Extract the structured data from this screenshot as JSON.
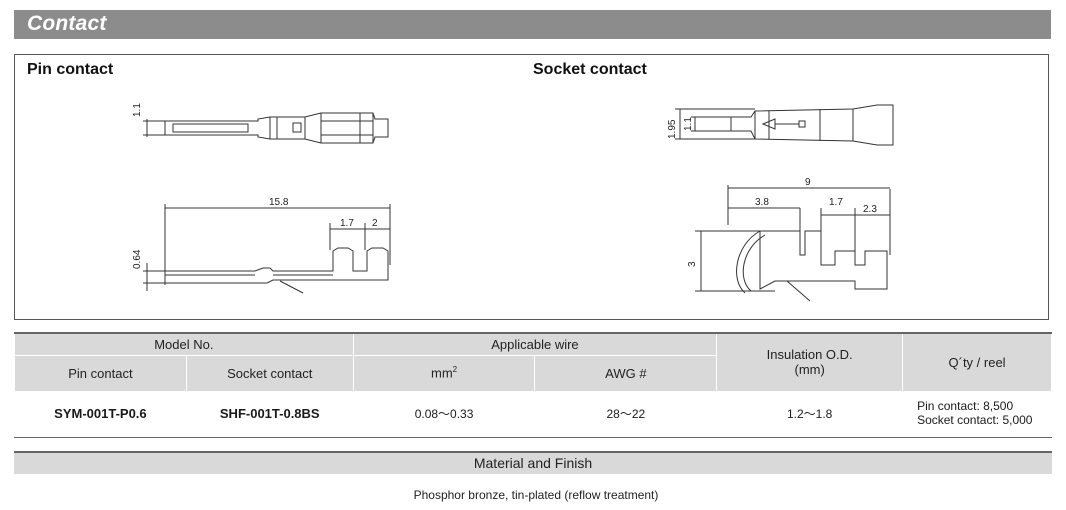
{
  "header": {
    "title": "Contact"
  },
  "drawings": {
    "pin": {
      "label": "Pin contact",
      "dims": {
        "height_top": "1.1",
        "length": "15.8",
        "d1": "1.7",
        "d2": "2",
        "height_side": "0.64"
      }
    },
    "socket": {
      "label": "Socket contact",
      "dims": {
        "outer": "1.95",
        "inner": "1.1",
        "length": "9",
        "d1": "3.8",
        "d2": "1.7",
        "d3": "2.3",
        "height": "3"
      }
    }
  },
  "table": {
    "headers": {
      "model_no": "Model No.",
      "pin_contact": "Pin contact",
      "socket_contact": "Socket contact",
      "applicable_wire": "Applicable wire",
      "mm2": "mm",
      "mm2_sup": "2",
      "awg": "AWG #",
      "insulation": "Insulation O.D.",
      "insulation_unit": "(mm)",
      "qty": "Q´ty / reel"
    },
    "row": {
      "pin_model": "SYM-001T-P0.6",
      "socket_model": "SHF-001T-0.8BS",
      "mm2": "0.08～0.33",
      "awg": "28～22",
      "insulation": "1.2～1.8",
      "qty_pin": "Pin contact: 8,500",
      "qty_socket": "Socket contact: 5,000"
    }
  },
  "material": {
    "header": "Material and Finish",
    "value": "Phosphor bronze, tin-plated (reflow treatment)"
  }
}
